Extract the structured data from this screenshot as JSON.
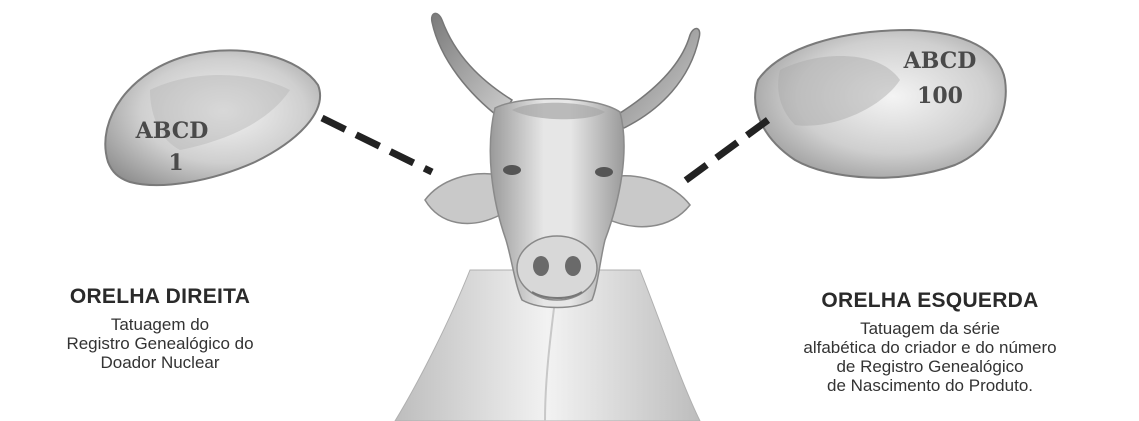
{
  "right_ear": {
    "tattoo_line1": "ABCD",
    "tattoo_line2": "1",
    "title": "ORELHA DIREITA",
    "description": "Tatuagem do\nRegistro Genealógico do\nDoador Nuclear"
  },
  "left_ear": {
    "tattoo_line1": "ABCD",
    "tattoo_line2": "100",
    "title": "ORELHA ESQUERDA",
    "description": "Tatuagem da série\nalfabética do criador e do número\nde Registro Genealógico\nde Nascimento do Produto."
  }
}
